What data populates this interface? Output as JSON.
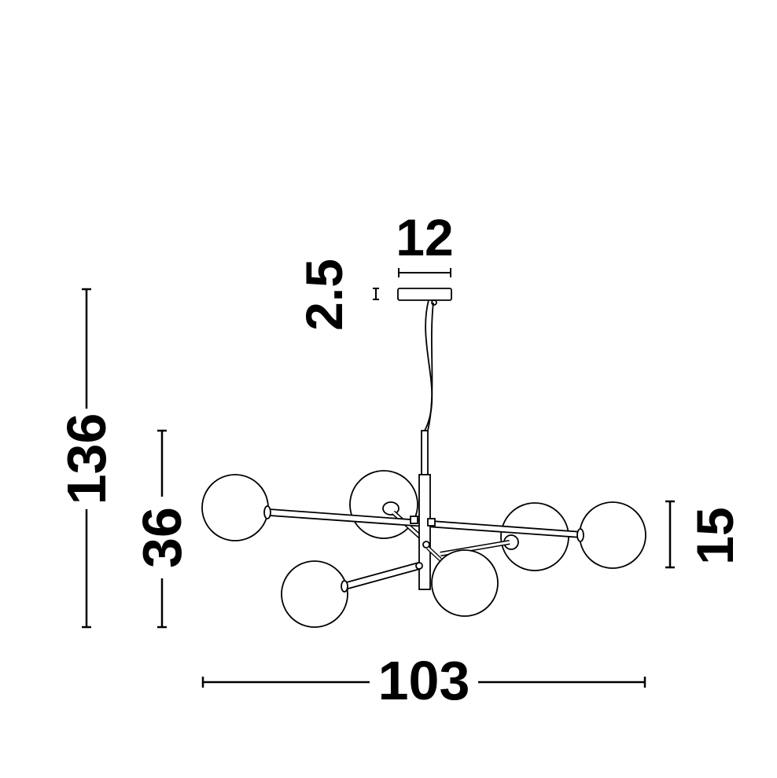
{
  "dimensions": {
    "total_height": "136",
    "body_height": "36",
    "canopy_height": "2.5",
    "canopy_width": "12",
    "globe_diameter": "15",
    "total_width": "103"
  },
  "colors": {
    "line": "#000000",
    "background": "#ffffff"
  }
}
